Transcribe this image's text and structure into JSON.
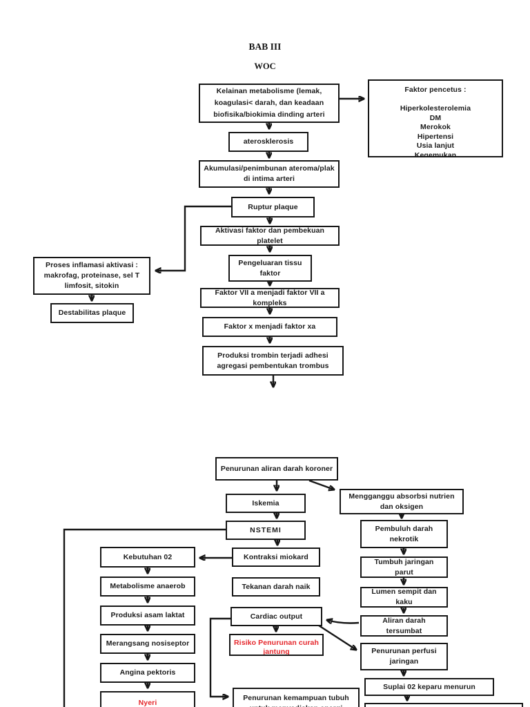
{
  "header": {
    "chapter": "BAB III",
    "subtitle": "WOC"
  },
  "colors": {
    "text": "#1a1a1a",
    "highlight_red": "#e5262b",
    "line": "#161616"
  },
  "nodes": {
    "kelainan": "Kelainan metabolisme (lemak, koagulasi< darah, dan keadaan biofisika/biokimia dinding arteri",
    "faktor_pencetus": {
      "title": "Faktor pencetus :",
      "items": [
        "Hiperkolesterolemia",
        "DM",
        "Merokok",
        "Hipertensi",
        "Usia lanjut",
        "Kegemukan"
      ]
    },
    "aterosklerosis": "aterosklerosis",
    "akumulasi": "Akumulasi/penimbunan ateroma/plak di intima arteri",
    "ruptur": "Ruptur plaque",
    "aktivasi": "Aktivasi faktor dan pembekuan platelet",
    "pengeluaran": "Pengeluaran tissu faktor",
    "faktor_vii": "Faktor VII a menjadi faktor VII a kompleks",
    "faktor_x": "Faktor x menjadi faktor xa",
    "trombin": "Produksi trombin terjadi adhesi agregasi pembentukan trombus",
    "inflamasi": "Proses inflamasi aktivasi : makrofag, proteinase, sel T limfosit, sitokin",
    "destabilitas": "Destabilitas plaque",
    "koroner": "Penurunan aliran darah koroner",
    "iskemia": "Iskemia",
    "nstemi": "NSTEMI",
    "mengganggu": "Mengganggu absorbsi nutrien dan oksigen",
    "pembuluh": "Pembuluh darah nekrotik",
    "tumbuh": "Tumbuh jaringan parut",
    "lumen": "Lumen sempit dan kaku",
    "aliran": "Aliran darah tersumbat",
    "perfusi": "Penurunan perfusi jaringan",
    "suplai": "Suplai 02 keparu menurun",
    "kontraksi": "Kontraksi miokard",
    "tekanan": "Tekanan darah naik",
    "cardiac": "Cardiac output",
    "risiko": {
      "line1": "Risiko Penurunan curah",
      "line2": "jantung"
    },
    "energi": "Penurunan kemampuan tubuh untuk menyediakan energi",
    "kebutuhan": "Kebutuhan 02",
    "metabolisme": "Metabolisme anaerob",
    "produksi_asam": "Produksi asam laktat",
    "merangsang": "Merangsang nosiseptor",
    "angina": "Angina pektoris",
    "nyeri": "Nyeri"
  }
}
